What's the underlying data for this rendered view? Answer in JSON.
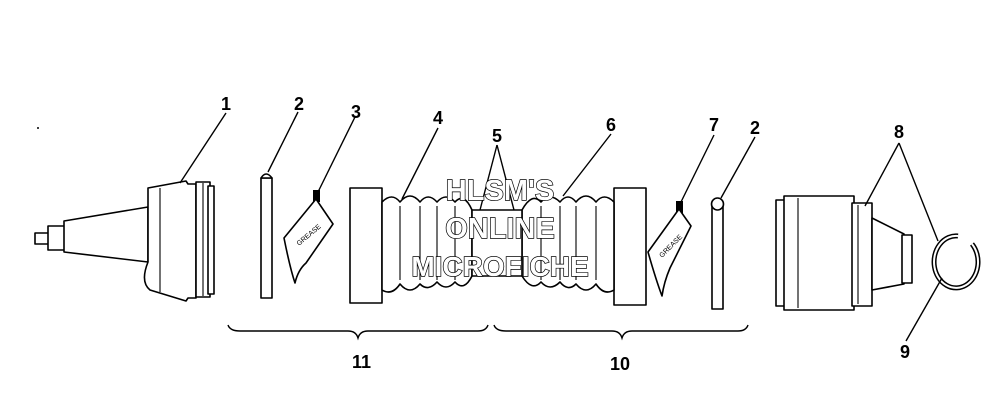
{
  "callouts": {
    "c1": "1",
    "c2a": "2",
    "c3": "3",
    "c4": "4",
    "c5": "5",
    "c6": "6",
    "c7": "7",
    "c2b": "2",
    "c8": "8",
    "c9": "9",
    "c10": "10",
    "c11": "11"
  },
  "watermark": {
    "line1": "HLSM'S",
    "line2": "ONLINE",
    "line3": "MICROFICHE"
  },
  "packet_label": "GREASE"
}
